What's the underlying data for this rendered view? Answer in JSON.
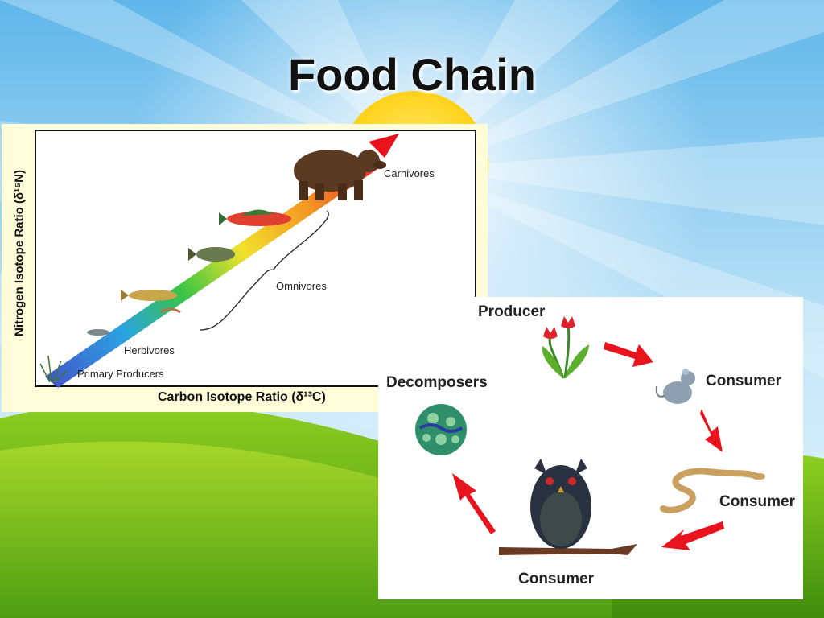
{
  "slide": {
    "title": "Food Chain"
  },
  "isotope_chart": {
    "y_axis_label": "Nitrogen Isotope Ratio (δ¹⁵N)",
    "x_axis_label": "Carbon Isotope Ratio (δ¹³C)",
    "levels": [
      "Primary Producers",
      "Herbivores",
      "Omnivores",
      "Carnivores"
    ]
  },
  "cycle": {
    "producer": "Producer",
    "consumer_1": "Consumer",
    "consumer_2": "Consumer",
    "consumer_3": "Consumer",
    "decomposers": "Decomposers"
  },
  "colors": {
    "sky": "#5fb6ea",
    "sun": "#ffd20a",
    "grass": "#7cc21a",
    "arrow_red": "#e8131d",
    "panel_bg": "#fffcd9"
  },
  "icons": [
    "sun-icon",
    "bear-icon",
    "salmon-icon",
    "trout-icon",
    "fish-icon",
    "minnow-icon",
    "shrimp-icon",
    "plant-icon",
    "tulip-icon",
    "mouse-icon",
    "snake-icon",
    "owl-icon",
    "bacteria-icon"
  ]
}
